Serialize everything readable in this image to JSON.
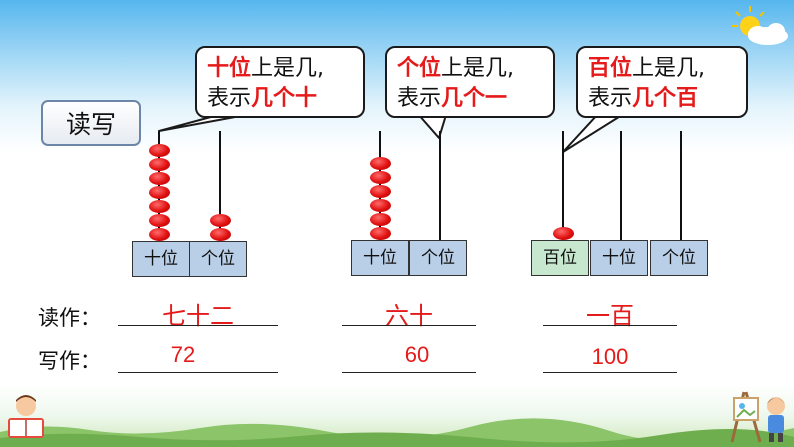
{
  "rw_box": "读写",
  "bubbles": [
    {
      "place": "十位",
      "mid": "上是几,",
      "show": "表示",
      "what": "几个十"
    },
    {
      "place": "个位",
      "mid": "上是几,",
      "show": "表示",
      "what": "几个一"
    },
    {
      "place": "百位",
      "mid": "上是几,",
      "show": "表示",
      "what": "几个百"
    }
  ],
  "abacus": [
    {
      "labels": [
        "十位",
        "个位"
      ],
      "beads": [
        7,
        2
      ]
    },
    {
      "labels": [
        "十位",
        "个位"
      ],
      "beads": [
        6,
        0
      ]
    },
    {
      "labels": [
        "百位",
        "十位",
        "个位"
      ],
      "beads": [
        1,
        0,
        0
      ]
    }
  ],
  "rows": {
    "read_label": "读作：",
    "write_label": "写作：",
    "read_values": [
      "七十二",
      "六十",
      "一百"
    ],
    "write_values": [
      "72",
      "60",
      "100"
    ]
  },
  "colors": {
    "accent_red": "#e51a1a",
    "cell_blue": "#b9cfe8",
    "cell_green": "#c7e8cf"
  }
}
